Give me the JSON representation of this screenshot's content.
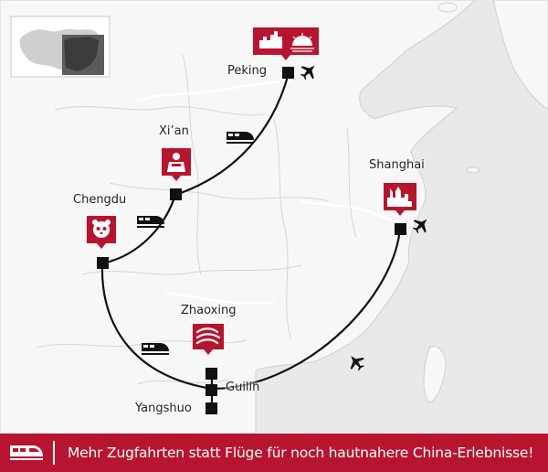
{
  "map": {
    "cities": {
      "peking": "Peking",
      "xian": "Xi’an",
      "chengdu": "Chengdu",
      "shanghai": "Shanghai",
      "zhaoxing": "Zhaoxing",
      "guilin": "Guilin",
      "yangshuo": "Yangshuo"
    },
    "colors": {
      "brand": "#b7152f",
      "land": "#ffffff",
      "route": "#111111",
      "sea": "#e9e9e9"
    },
    "inset": {
      "description_icon": "china-locator-icon"
    }
  },
  "footer": {
    "text": "Mehr Zugfahrten statt Flüge für noch hautnahere China-Erlebnisse!"
  }
}
